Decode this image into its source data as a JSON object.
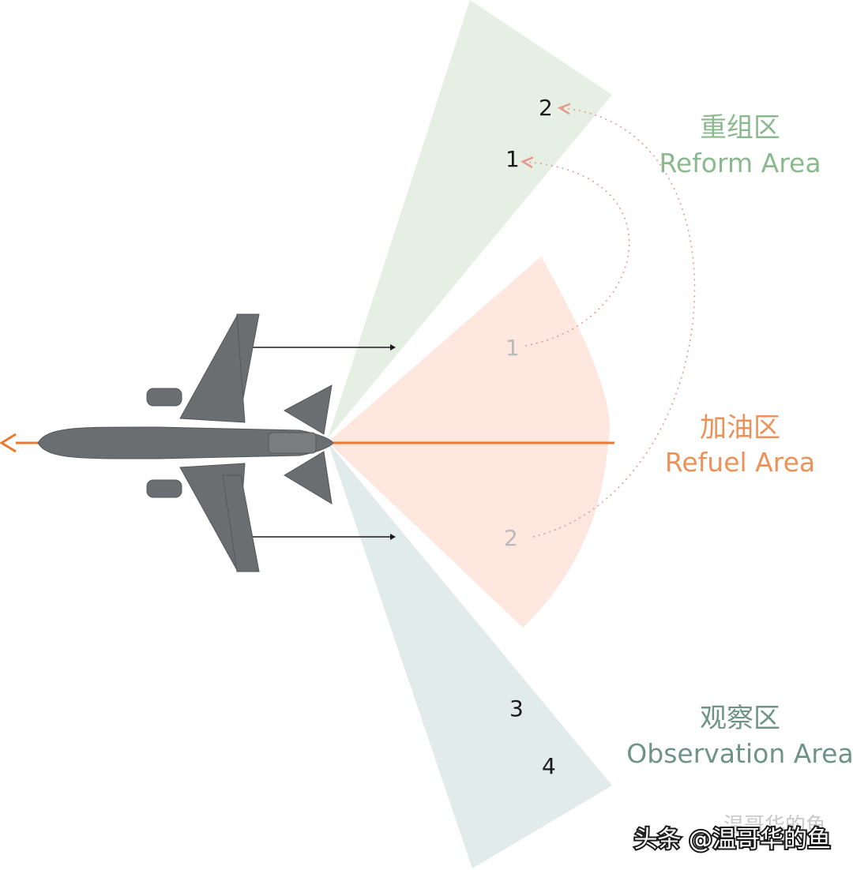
{
  "zones": {
    "reform": {
      "cn": "重组区",
      "en": "Reform Area",
      "color": "#8bb98e",
      "fill": "#e6efe3"
    },
    "refuel": {
      "cn": "加油区",
      "en": "Refuel Area",
      "color": "#ec9259",
      "fill": "#fde7df"
    },
    "observation": {
      "cn": "观察区",
      "en": "Observation Area",
      "color": "#6f9486",
      "fill": "#e1ebe9"
    }
  },
  "positions": {
    "reform_2": "2",
    "reform_1": "1",
    "refuel_1": "1",
    "refuel_2": "2",
    "obs_3": "3",
    "obs_4": "4"
  },
  "colors": {
    "heading": "#e8792f",
    "tanker": "#6b6e70",
    "fighter": "#8e8f92",
    "dotted_arrow": "#e59a90"
  },
  "watermark": {
    "faint": "温哥华的鱼",
    "main": "头条 @温哥华的鱼"
  }
}
